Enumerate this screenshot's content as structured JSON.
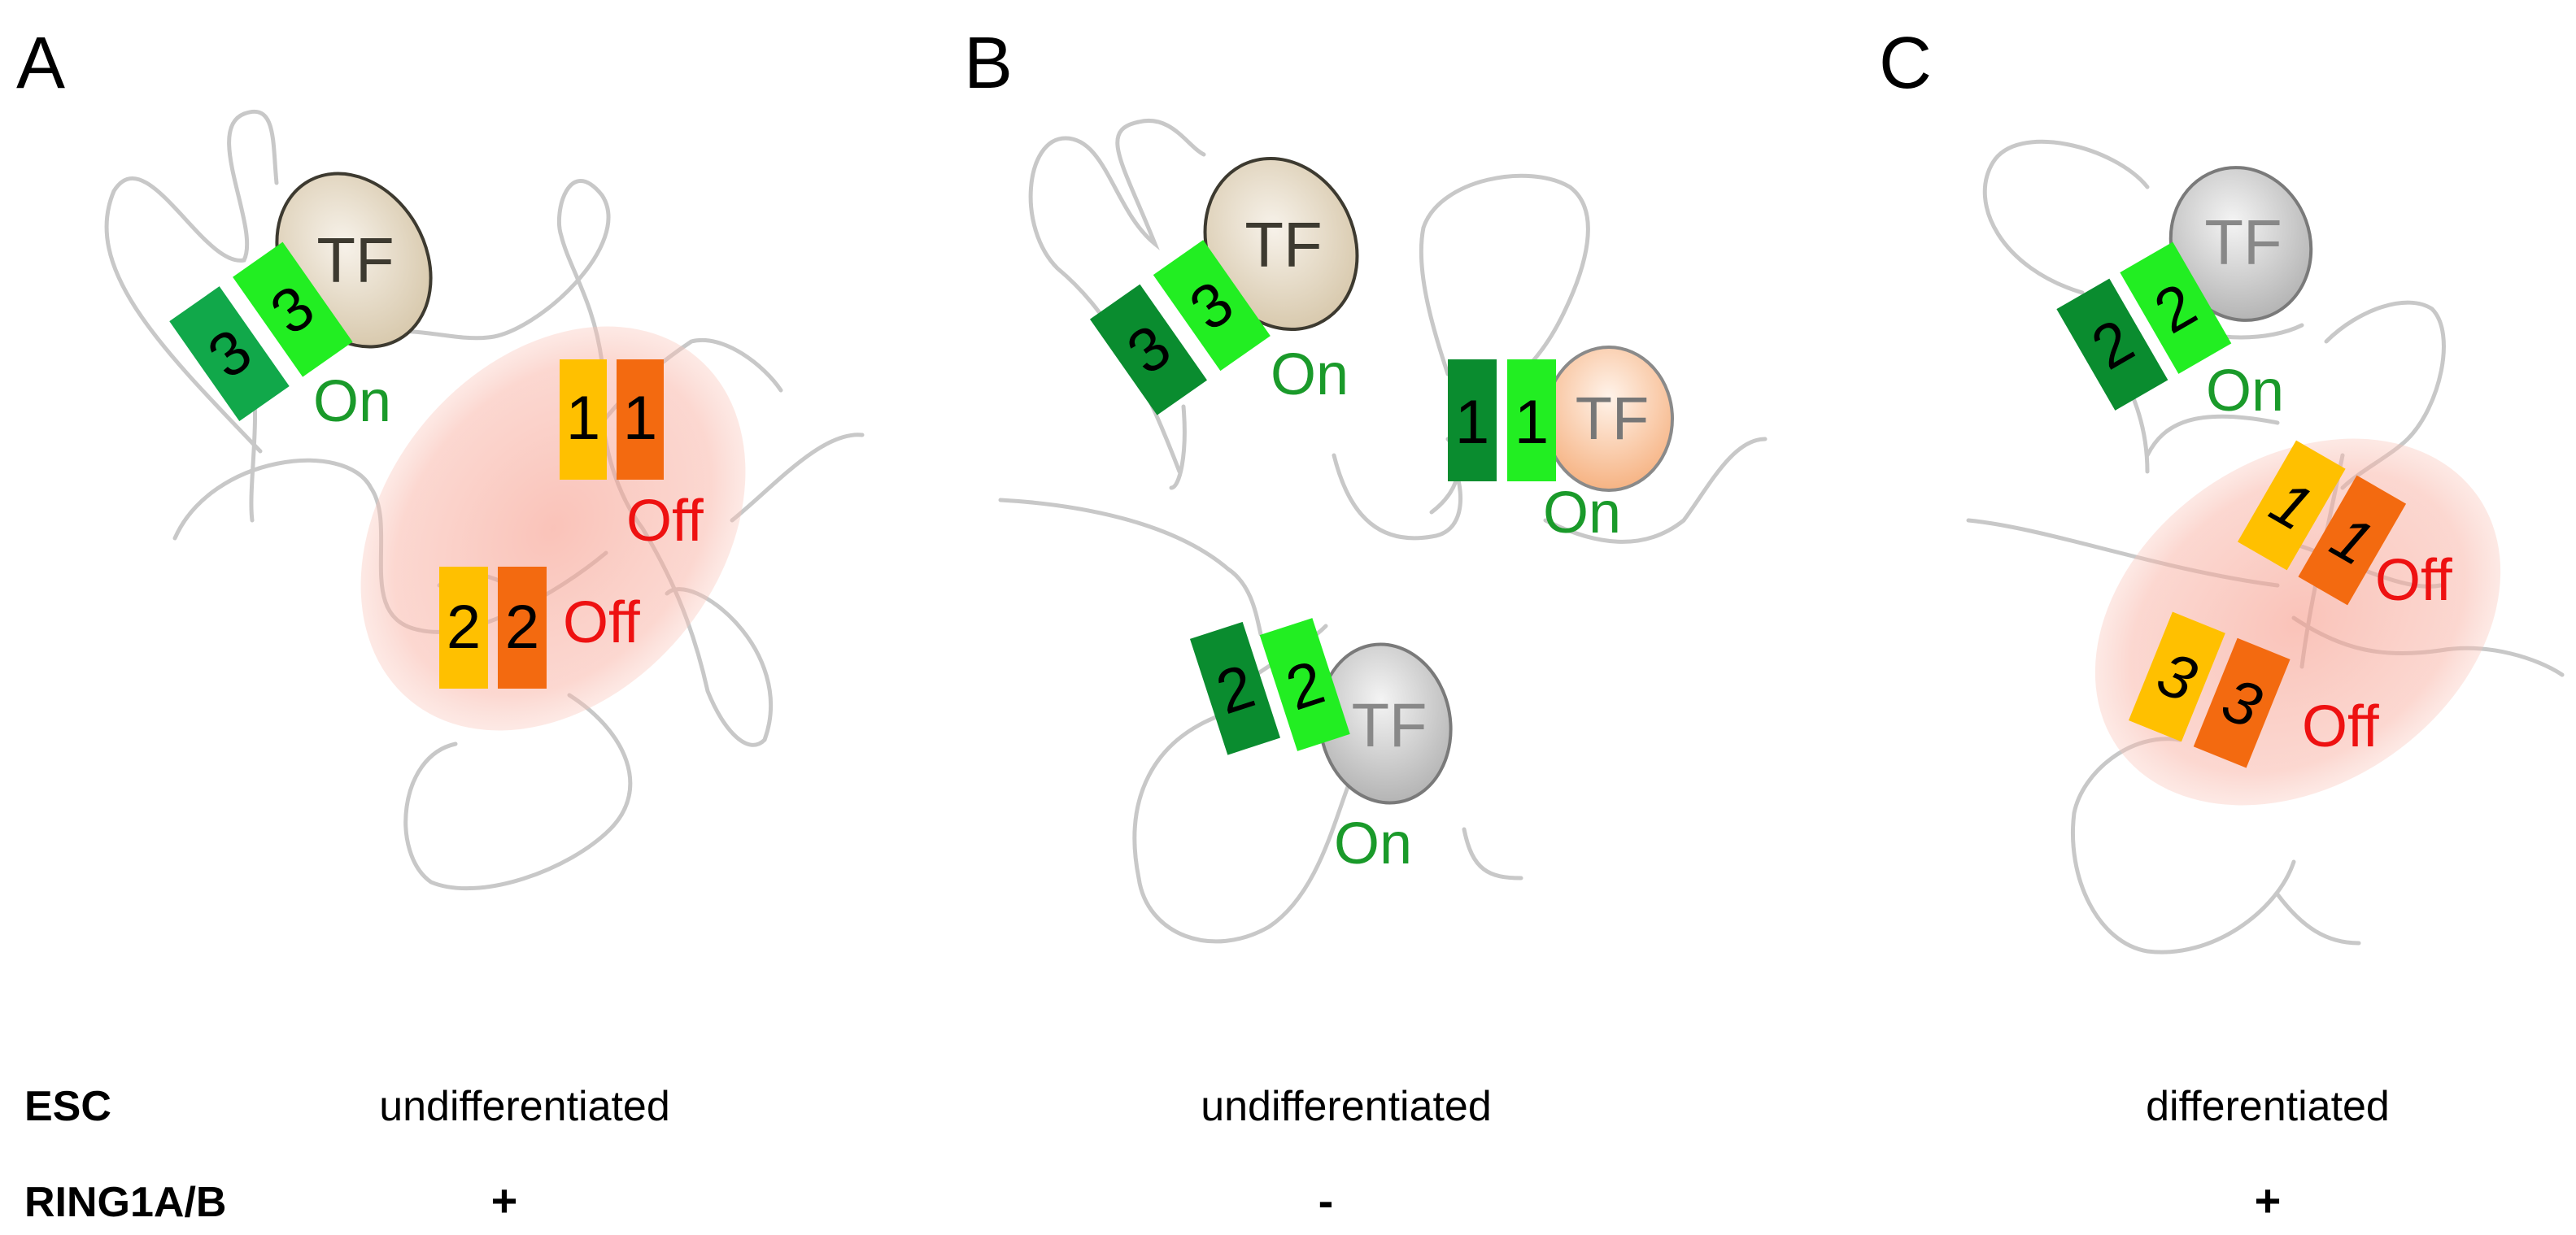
{
  "panels": [
    {
      "letter": "A",
      "tf_label": "TF",
      "on_label": "On",
      "off1_label": "Off",
      "off2_label": "Off",
      "box_3a": "3",
      "box_3b": "3",
      "box_1a": "1",
      "box_1b": "1",
      "box_2a": "2",
      "box_2b": "2"
    },
    {
      "letter": "B",
      "tf1_label": "TF",
      "tf2_label": "TF",
      "tf3_label": "TF",
      "on1_label": "On",
      "on2_label": "On",
      "on3_label": "On",
      "box_3a": "3",
      "box_3b": "3",
      "box_1a": "1",
      "box_1b": "1",
      "box_2a": "2",
      "box_2b": "2"
    },
    {
      "letter": "C",
      "tf_label": "TF",
      "on_label": "On",
      "off1_label": "Off",
      "off2_label": "Off",
      "box_2a": "2",
      "box_2b": "2",
      "box_1a": "1",
      "box_1b": "1",
      "box_3a": "3",
      "box_3b": "3"
    }
  ],
  "rows": {
    "esc": {
      "label": "ESC",
      "values": [
        "undifferentiated",
        "undifferentiated",
        "differentiated"
      ]
    },
    "ring": {
      "label": "RING1A/B",
      "values": [
        "+",
        "-",
        "+"
      ]
    }
  },
  "colors": {
    "dark_green": "#0a8c2f",
    "mid_green": "#11a84a",
    "light_green": "#22ee22",
    "yellow": "#ffc000",
    "orange": "#f36a10",
    "on_text": "#1a9a2a",
    "off_text": "#ee1111",
    "domain_fill": "#f8b8aa",
    "chromatin": "#c8c8c8"
  }
}
